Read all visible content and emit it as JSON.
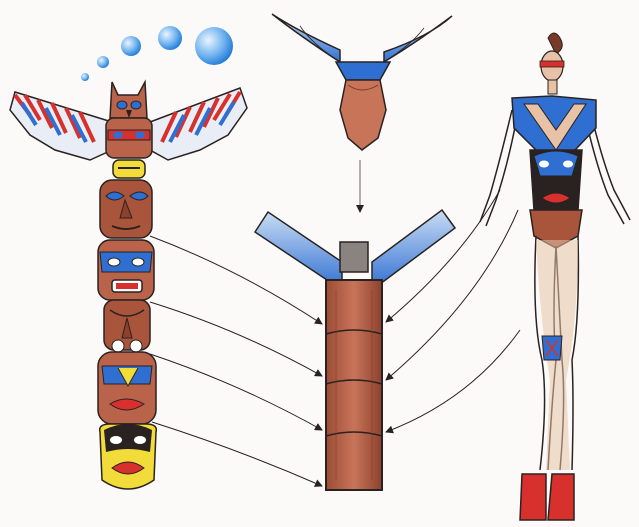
{
  "palette": {
    "paper": "#fbfaf8",
    "wood": "#b8634a",
    "wood_dark": "#7a3a28",
    "blue": "#2f6fd1",
    "blue_light": "#9cc3f0",
    "red": "#d8312d",
    "yellow": "#f2dc3a",
    "skin": "#e7c2a6",
    "outline": "#2a2220"
  },
  "figure": {
    "panels": [
      {
        "name": "totem-pole",
        "icon": "carved-totem-pole-icon"
      },
      {
        "name": "wings-and-torso-sketch",
        "icon": "eagle-wings-collar-icon"
      },
      {
        "name": "stylized-column",
        "icon": "segmented-column-icon"
      },
      {
        "name": "fashion-model",
        "icon": "model-in-totem-dress-icon"
      }
    ]
  }
}
